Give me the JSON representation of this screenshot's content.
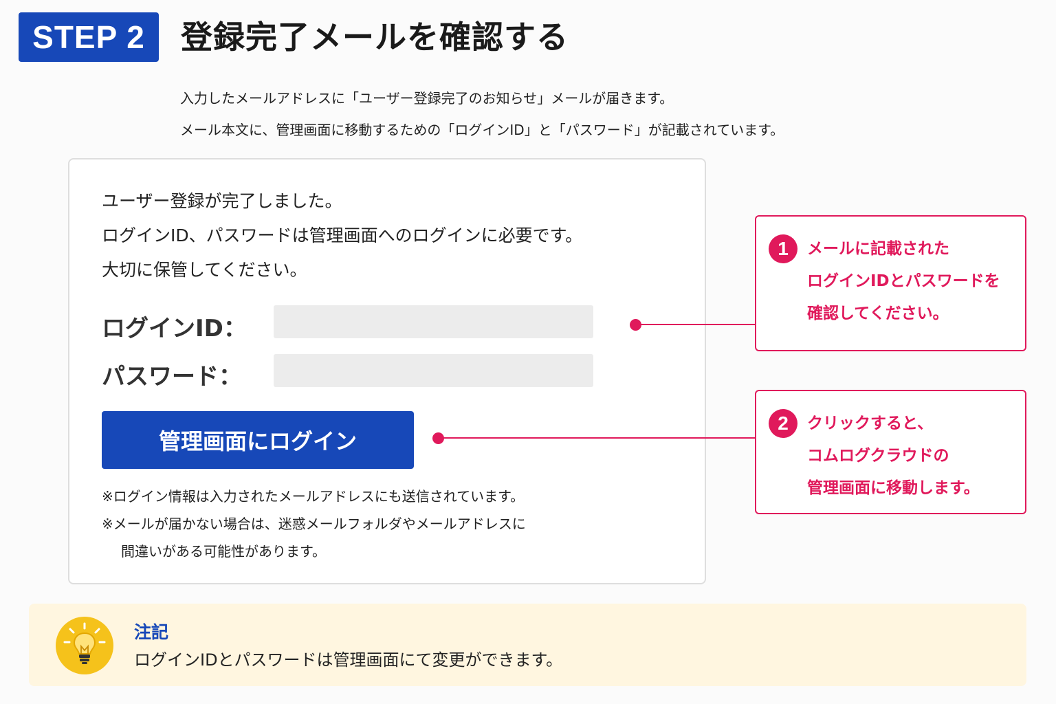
{
  "header": {
    "step_label": "STEP 2",
    "title": "登録完了メールを確認する"
  },
  "intro": [
    "入力したメールアドレスに「ユーザー登録完了のお知らせ」メールが届きます。",
    "メール本文に、管理画面に移動するための「ログインID」と「パスワード」が記載されています。"
  ],
  "mail": {
    "lines": [
      "ユーザー登録が完了しました。",
      "ログインID、パスワードは管理画面へのログインに必要です。",
      "大切に保管してください。"
    ],
    "login_id_label": "ログインID：",
    "password_label": "パスワード：",
    "login_button_label": "管理画面にログイン",
    "notes": [
      "※ログイン情報は入力されたメールアドレスにも送信されています。",
      "※メールが届かない場合は、迷惑メールフォルダやメールアドレスに",
      "間違いがある可能性があります。"
    ]
  },
  "callouts": [
    {
      "number": "1",
      "lines": [
        "メールに記載された",
        "ログインIDとパスワードを",
        "確認してください。"
      ]
    },
    {
      "number": "2",
      "lines": [
        "クリックすると、",
        "コムログクラウドの",
        "管理画面に移動します。"
      ]
    }
  ],
  "note": {
    "icon": "lightbulb-icon",
    "title": "注記",
    "text": "ログインIDとパスワードは管理画面にて変更ができます。"
  },
  "colors": {
    "primary_blue": "#1748b8",
    "accent_pink": "#e0195b",
    "note_bg": "#fff6e0",
    "field_gray": "#ececec"
  }
}
